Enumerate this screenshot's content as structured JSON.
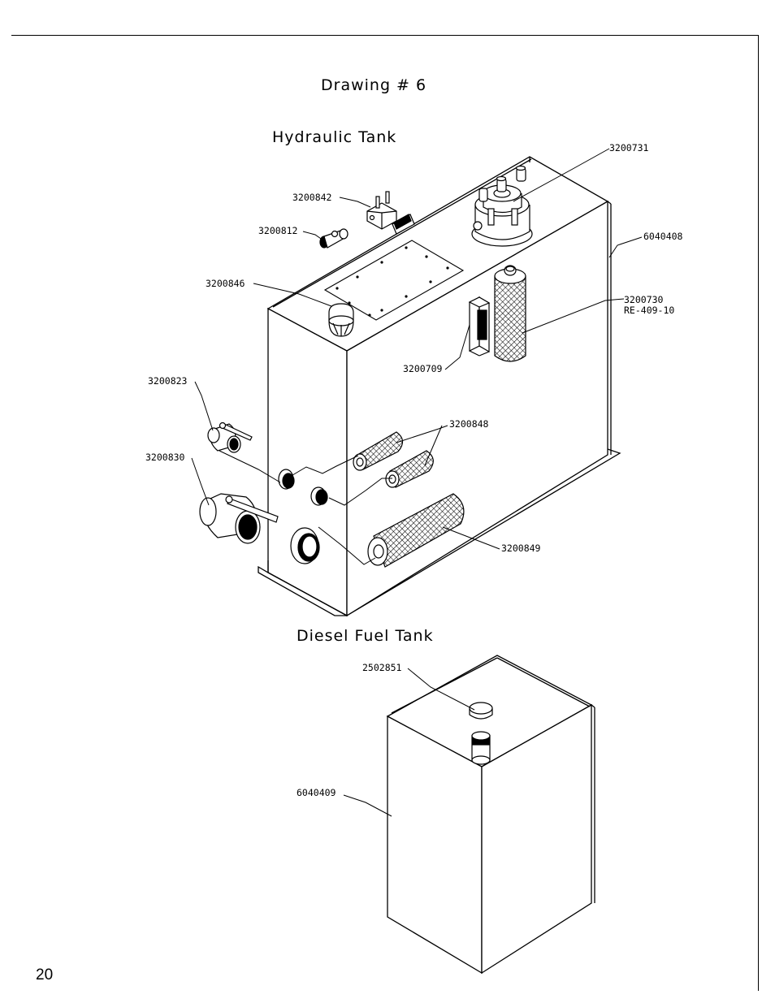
{
  "header": {
    "drawing_title": "Drawing # 6",
    "hydraulic_title": "Hydraulic Tank",
    "diesel_title": "Diesel Fuel Tank"
  },
  "page_number": "20",
  "hydraulic_parts": {
    "p3200731": "3200731",
    "p3200842": "3200842",
    "p3200812": "3200812",
    "p6040408": "6040408",
    "p3200846": "3200846",
    "p3200730": "3200730",
    "p3200730_alt": "RE-409-10",
    "p3200709": "3200709",
    "p3200823": "3200823",
    "p3200848": "3200848",
    "p3200830": "3200830",
    "p3200849": "3200849"
  },
  "diesel_parts": {
    "p2502851": "2502851",
    "p6040409": "6040409"
  }
}
